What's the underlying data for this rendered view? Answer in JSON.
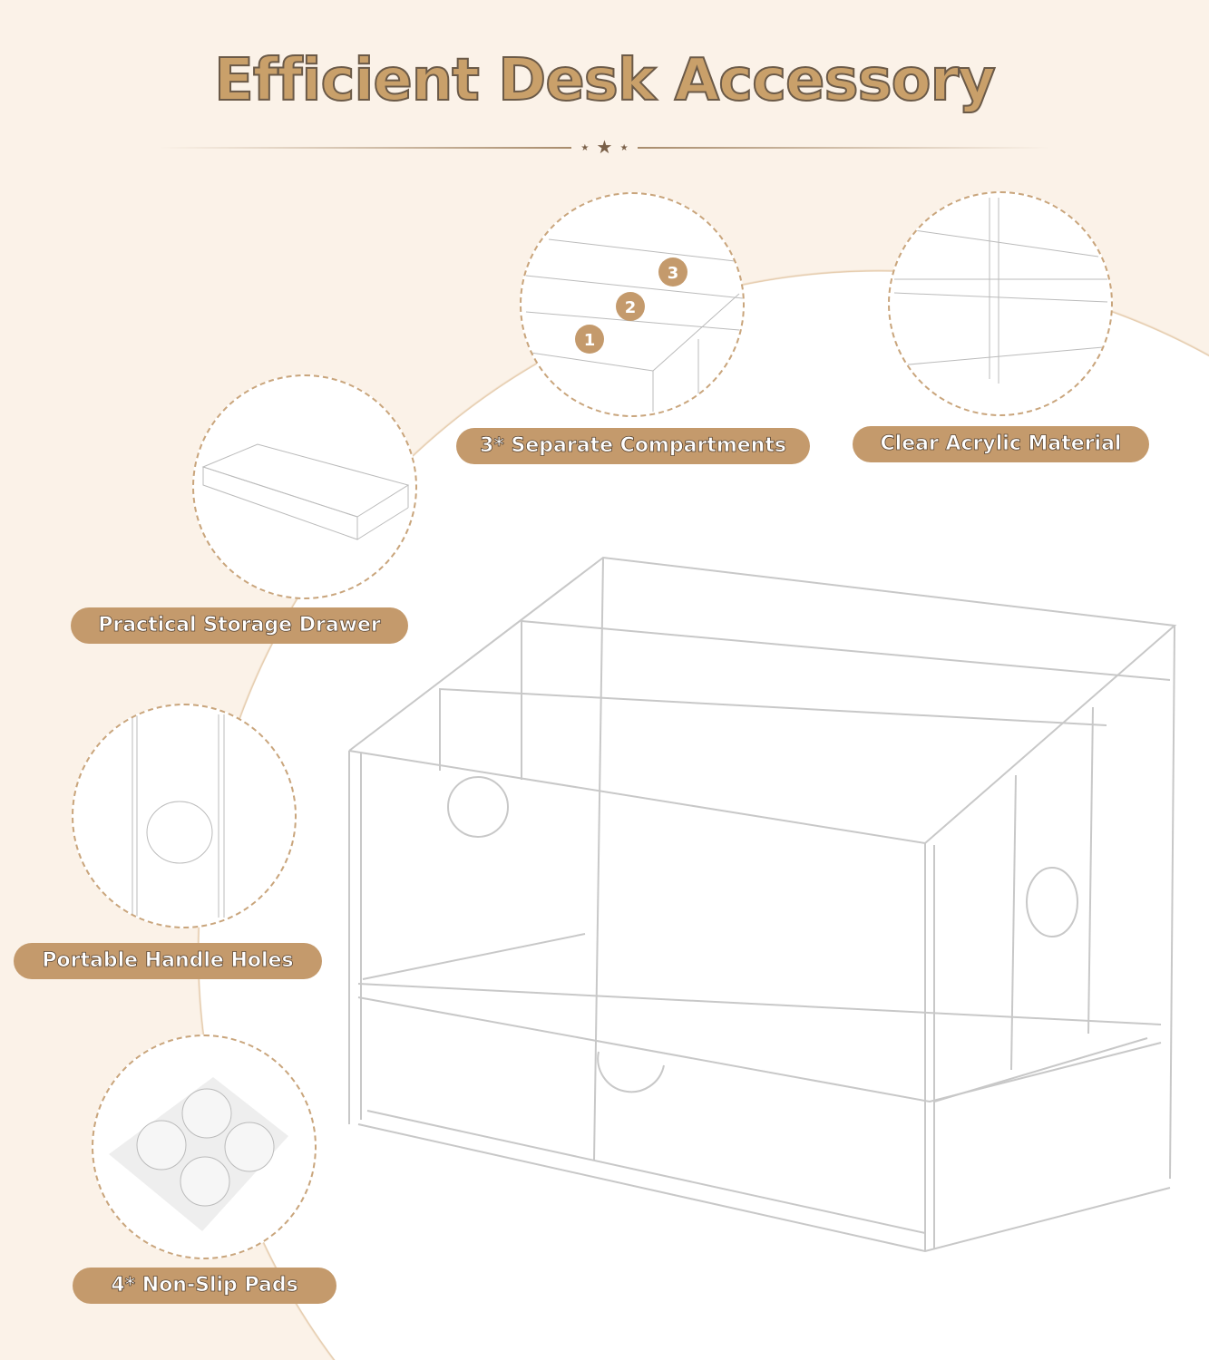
{
  "title": "Efficient Desk Accessory",
  "features": [
    {
      "label": "3* Separate Compartments",
      "numbers": [
        "1",
        "2",
        "3"
      ]
    },
    {
      "label": "Clear Acrylic Material"
    },
    {
      "label": "Practical Storage Drawer"
    },
    {
      "label": "Portable Handle Holes"
    },
    {
      "label": "4* Non-Slip Pads"
    }
  ],
  "colors": {
    "accent": "#c49a6c",
    "background": "#fbf2e8"
  }
}
